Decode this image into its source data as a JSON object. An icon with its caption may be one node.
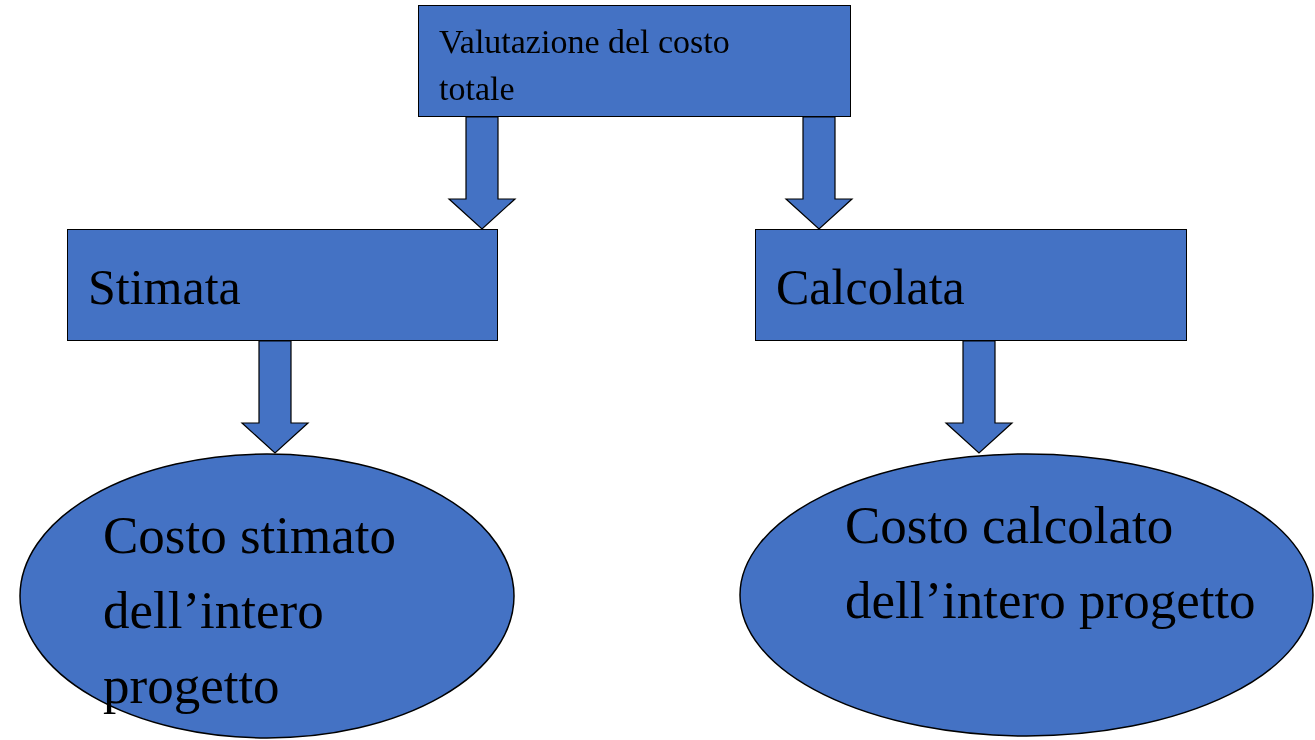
{
  "diagram": {
    "nodes": [
      {
        "text": [
          "Valutazione del costo totale"
        ]
      },
      {
        "text": [
          "Stimata"
        ]
      },
      {
        "text": [
          "Calcolata"
        ]
      },
      {
        "text": [
          "Costo stimato dell’intero progetto"
        ]
      },
      {
        "text": [
          "Costo calcolato dell’intero progetto"
        ]
      }
    ],
    "edges": [
      {
        "from": 0,
        "to": 1,
        "arrow": "to"
      },
      {
        "from": 0,
        "to": 2,
        "arrow": "to"
      },
      {
        "from": 1,
        "to": 3,
        "arrow": "to"
      },
      {
        "from": 2,
        "to": 4,
        "arrow": "to"
      }
    ]
  }
}
